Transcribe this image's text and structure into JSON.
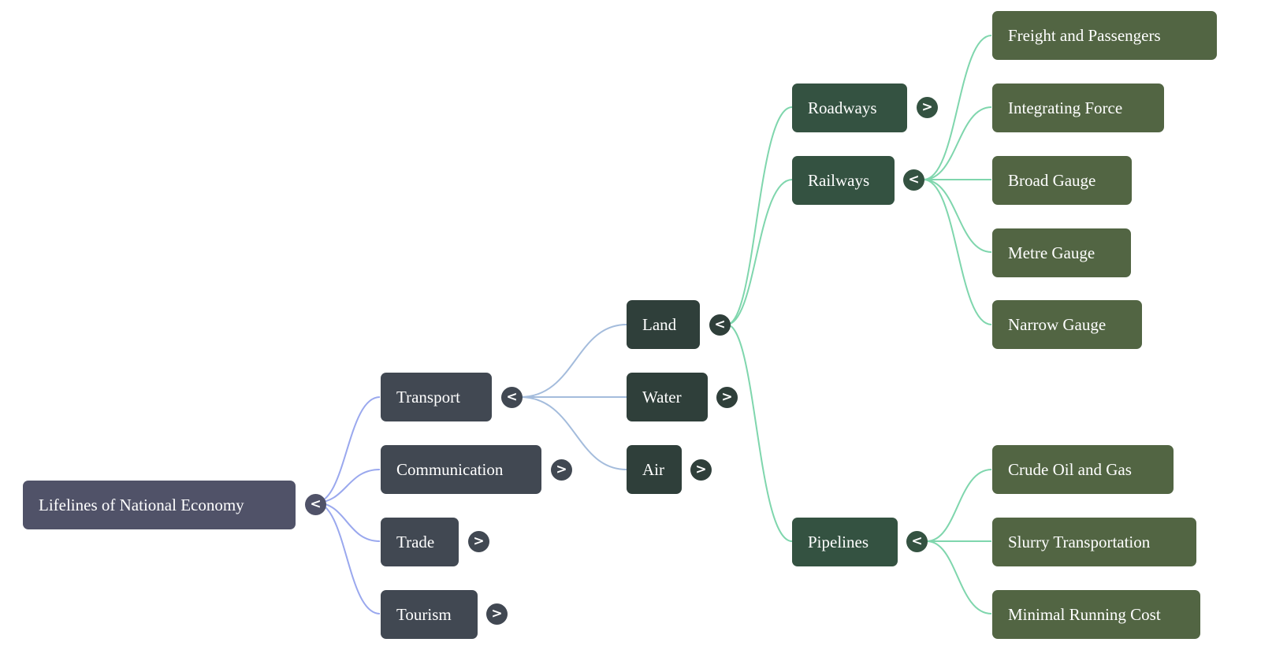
{
  "colors": {
    "root": "#505268",
    "level1": "#414852",
    "level2": "#2f3f3a",
    "level3": "#345241",
    "level4": "#526543",
    "edge_root": "#9aa8ee",
    "edge_transport": "#a4bcdc",
    "edge_land": "#7fd6ad"
  },
  "toggle_icons": {
    "collapse": "<",
    "expand": ">"
  },
  "mindmap": {
    "root": {
      "label": "Lifelines of National Economy",
      "state": "expanded"
    },
    "level1": [
      {
        "label": "Transport",
        "state": "expanded"
      },
      {
        "label": "Communication",
        "state": "collapsed"
      },
      {
        "label": "Trade",
        "state": "collapsed"
      },
      {
        "label": "Tourism",
        "state": "collapsed"
      }
    ],
    "transport_children": [
      {
        "label": "Land",
        "state": "expanded"
      },
      {
        "label": "Water",
        "state": "collapsed"
      },
      {
        "label": "Air",
        "state": "collapsed"
      }
    ],
    "land_children": [
      {
        "label": "Roadways",
        "state": "collapsed"
      },
      {
        "label": "Railways",
        "state": "expanded"
      },
      {
        "label": "Pipelines",
        "state": "expanded"
      }
    ],
    "railways_children": [
      {
        "label": "Freight and Passengers"
      },
      {
        "label": "Integrating Force"
      },
      {
        "label": "Broad Gauge"
      },
      {
        "label": "Metre Gauge"
      },
      {
        "label": "Narrow Gauge"
      }
    ],
    "pipelines_children": [
      {
        "label": "Crude Oil and Gas"
      },
      {
        "label": "Slurry Transportation"
      },
      {
        "label": "Minimal Running Cost"
      }
    ]
  }
}
